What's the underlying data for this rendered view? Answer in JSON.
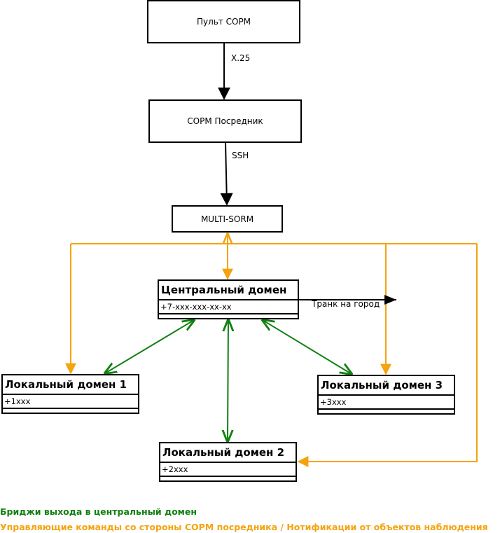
{
  "nodes": {
    "pult": "Пульт СОРМ",
    "posrednik": "СОРМ Посредник",
    "multi": "MULTI-SORM",
    "central": {
      "title": "Центральный домен",
      "attr": "+7-xxx-xxx-xx-xx"
    },
    "local1": {
      "title": "Локальный домен 1",
      "attr": "+1xxx"
    },
    "local2": {
      "title": "Локальный домен 2",
      "attr": "+2xxx"
    },
    "local3": {
      "title": "Локальный домен 3",
      "attr": "+3xxx"
    }
  },
  "edges": {
    "pult_to_posrednik": "X.25",
    "posrednik_to_multi": "SSH",
    "trunk": "Транк на город"
  },
  "legend": {
    "green": "Бриджи выхода в центральный домен",
    "orange": "Управляющие команды со стороны СОРМ посредника / Нотификации от объектов наблюдения"
  },
  "colors": {
    "bridge": "#118011",
    "control": "#f5a30f",
    "stroke": "#000000"
  }
}
